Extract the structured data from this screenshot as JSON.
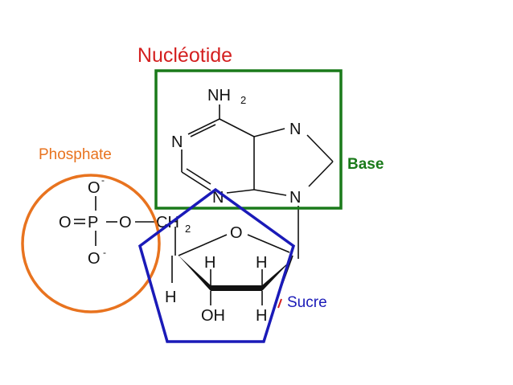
{
  "title": "Nucléotide",
  "regions": {
    "phosphate": {
      "label": "Phosphate",
      "color": "#e8731f"
    },
    "base": {
      "label": "Base",
      "color": "#1a7a1a"
    },
    "sugar": {
      "label": "Sucre",
      "color": "#1a1ab8"
    }
  },
  "title_color": "#d42020",
  "atoms": {
    "amino_n": "NH",
    "amino_sub": "2",
    "n1": "N",
    "n3": "N",
    "n7": "N",
    "n9": "N",
    "ring_o": "O",
    "o_top": "O",
    "o_top_sup": "-",
    "o_left": "O",
    "p": "P",
    "o_bridge": "O",
    "o_bottom": "O",
    "o_bottom_sup": "-",
    "ch2": "CH",
    "ch2_sub": "2",
    "h_c3_up": "H",
    "h_c2_up": "H",
    "h_c4_down": "H",
    "oh": "OH",
    "h_c2_down": "H"
  }
}
